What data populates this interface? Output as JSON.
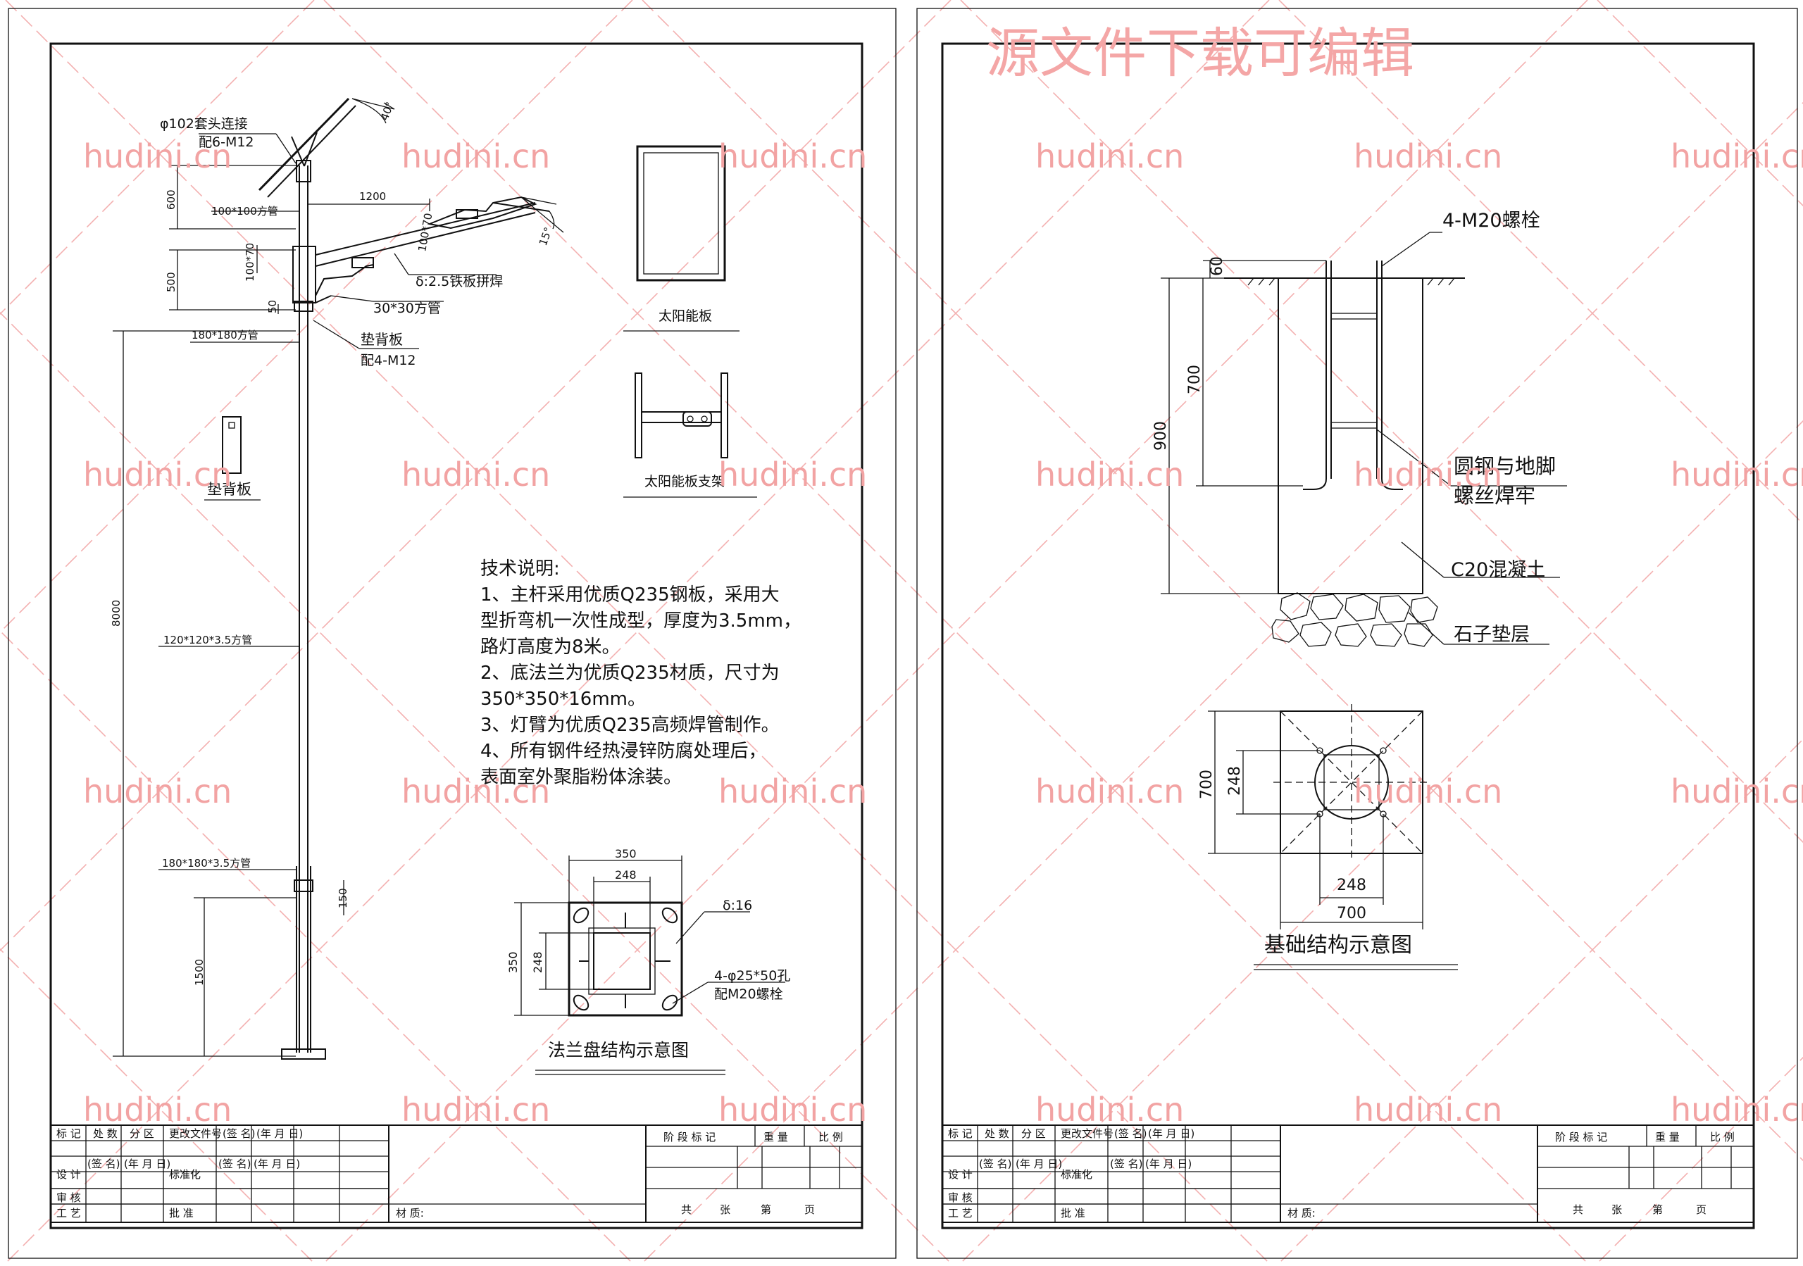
{
  "watermark_top": "源文件下载可编辑",
  "watermark": "hudini.cn",
  "colors": {
    "watermark": "#f2a3a3",
    "line": "#111111"
  },
  "left_sheet": {
    "pole": {
      "labels": {
        "sleeve": "φ102套头连接",
        "sleeve_bolt": "配6-M12",
        "angle_panel": "40°",
        "angle_lamp": "15°",
        "tube_100": "100*100方管",
        "dim_600": "600",
        "dim_1200": "1200",
        "dim_10070a": "100*70",
        "dim_10070b": "100*70",
        "dim_500": "500",
        "dim_50": "50",
        "plate_weld": "δ:2.5铁板拼焊",
        "tube_30": "30*30方管",
        "tube_180": "180*180方管",
        "backplate": "垫背板",
        "backplate_bolt": "配4-M12",
        "backplate_title": "垫背板",
        "dim_8000": "8000",
        "tube_120": "120*120*3.5方管",
        "tube_180b": "180*180*3.5方管",
        "dim_150": "150",
        "dim_1500": "1500"
      }
    },
    "solar_panel_title": "太阳能板",
    "solar_bracket_title": "太阳能板支架",
    "notes": {
      "title": "技术说明:",
      "line1": "1、主杆采用优质Q235钢板，采用大",
      "line2": "型折弯机一次性成型，厚度为3.5mm，",
      "line3": "路灯高度为8米。",
      "line4": "2、底法兰为优质Q235材质，尺寸为",
      "line5": "350*350*16mm。",
      "line6": "3、灯臂为优质Q235高频焊管制作。",
      "line7": "4、所有钢件经热浸锌防腐处理后，",
      "line8": "表面室外聚脂粉体涂装。"
    },
    "flange": {
      "dim_350_top": "350",
      "dim_248_top": "248",
      "dim_350_left": "350",
      "dim_248_left": "248",
      "thickness": "δ:16",
      "holes": "4-φ25*50孔",
      "holes_bolt": "配M20螺栓",
      "title": "法兰盘结构示意图"
    }
  },
  "right_sheet": {
    "foundation": {
      "bolt": "4-M20螺栓",
      "dim_60": "60",
      "dim_700": "700",
      "dim_900": "900",
      "weld_note_1": "圆钢与地脚",
      "weld_note_2": "螺丝焊牢",
      "concrete": "C20混凝土",
      "gravel": "石子垫层",
      "plan_700_left": "700",
      "plan_248_left": "248",
      "plan_248_bottom": "248",
      "plan_700_bottom": "700",
      "title": "基础结构示意图"
    }
  },
  "title_block": {
    "r1": [
      "标 记",
      "处 数",
      "分 区",
      "更改文件号",
      "(签 名)",
      "(年 月 日)"
    ],
    "design": "设  计",
    "sign": "(签 名)",
    "date": "(年 月 日)",
    "std": "标准化",
    "sign2": "(签 名)",
    "date2": "(年 月 日)",
    "review": "审  核",
    "process": "工  艺",
    "approve": "批  准",
    "material": "材  质:",
    "stage": "阶 段 标 记",
    "weight": "重 量",
    "scale": "比 例",
    "total": "共",
    "sheet": "张",
    "page_no": "第",
    "page": "页"
  }
}
